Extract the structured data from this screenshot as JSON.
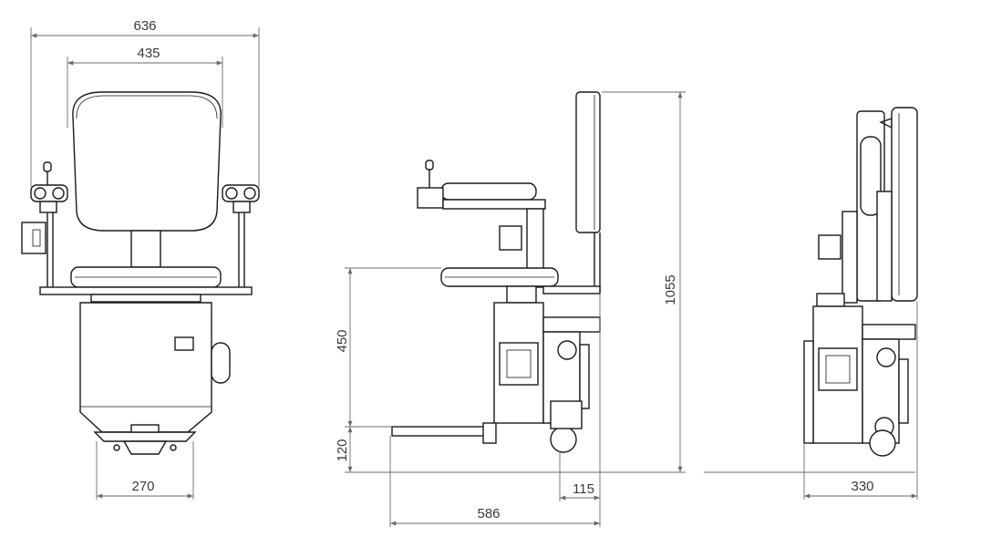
{
  "dimensions": {
    "front_overall_width": "636",
    "front_seat_width": "435",
    "front_footrest_width": "270",
    "side_total_height": "1055",
    "side_seat_height": "450",
    "side_footrest_height": "120",
    "side_depth": "586",
    "side_rail_offset": "115",
    "folded_depth": "330"
  },
  "colors": {
    "line": "#1a1a1a",
    "dimension": "#6b6b6b",
    "background": "#ffffff"
  }
}
